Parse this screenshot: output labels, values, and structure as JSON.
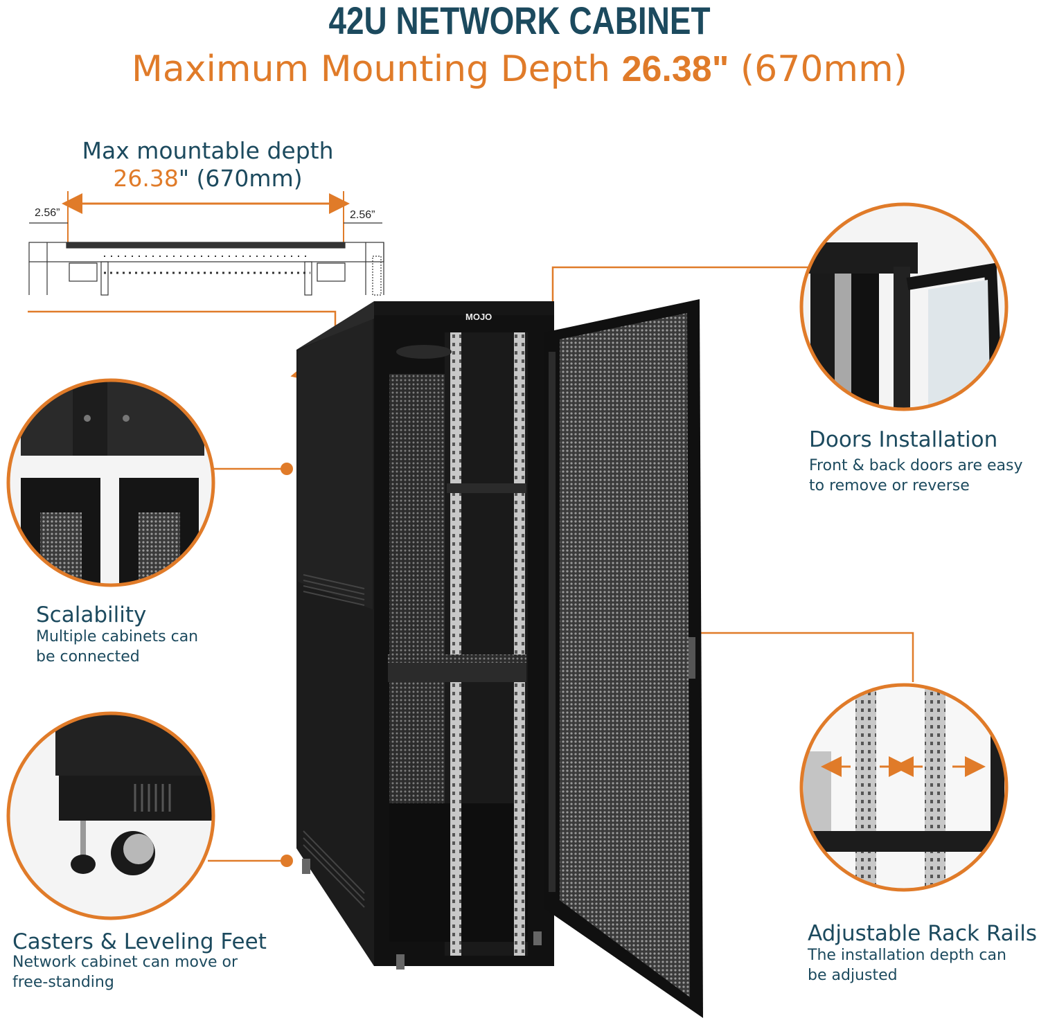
{
  "heading": {
    "title": "42U NETWORK CABINET",
    "subtitle_prefix": "Maximum Mounting Depth ",
    "subtitle_bold": "26.38\"",
    "subtitle_suffix": " (670mm)"
  },
  "dimension": {
    "label_line1": "Max mountable depth",
    "label_value": "26.38",
    "label_rest": "\" (670mm)",
    "left_offset": "2.56”",
    "right_offset": "2.56”"
  },
  "brand_logo": "MOJO",
  "features": {
    "doors": {
      "title": "Doors Installation",
      "desc": "Front & back doors are easy\nto remove or reverse"
    },
    "scalability": {
      "title": "Scalability",
      "desc": "Multiple cabinets can\nbe connected"
    },
    "casters": {
      "title": "Casters & Leveling Feet",
      "desc": "Network cabinet can move or\nfree-standing"
    },
    "rails": {
      "title": "Adjustable Rack Rails",
      "desc": "The installation depth can\nbe adjusted"
    }
  },
  "colors": {
    "accent": "#e07b29",
    "navy": "#1c4a5e",
    "cabinet": "#151515"
  }
}
